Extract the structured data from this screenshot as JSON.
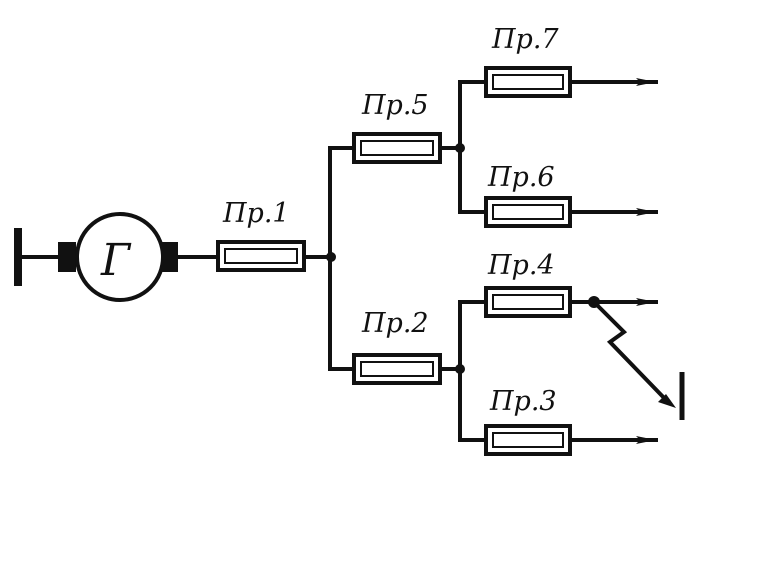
{
  "generator": {
    "label": "Г"
  },
  "fuses": [
    {
      "id": "pr1",
      "label": "Пр.1"
    },
    {
      "id": "pr2",
      "label": "Пр.2"
    },
    {
      "id": "pr3",
      "label": "Пр.3"
    },
    {
      "id": "pr4",
      "label": "Пр.4"
    },
    {
      "id": "pr5",
      "label": "Пр.5"
    },
    {
      "id": "pr6",
      "label": "Пр.6"
    },
    {
      "id": "pr7",
      "label": "Пр.7"
    }
  ],
  "colors": {
    "ink": "#111111",
    "background": "#ffffff"
  }
}
